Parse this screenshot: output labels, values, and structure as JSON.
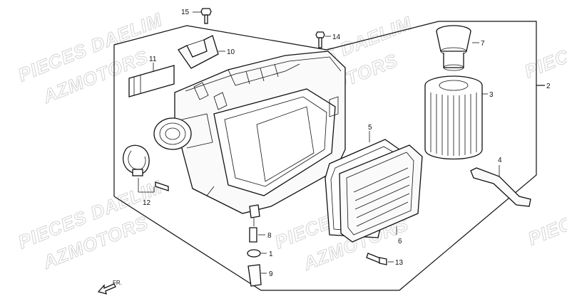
{
  "watermark": {
    "line1": "PIECES DAELIM",
    "line2": "AZMOTORS"
  },
  "direction_label": "FR.",
  "callouts": {
    "c1": "1",
    "c2": "2",
    "c3": "3",
    "c4": "4",
    "c5": "5",
    "c6": "6",
    "c7": "7",
    "c8": "8",
    "c9": "9",
    "c10": "10",
    "c11": "11",
    "c12": "12",
    "c13": "13",
    "c14": "14",
    "c15": "15"
  }
}
